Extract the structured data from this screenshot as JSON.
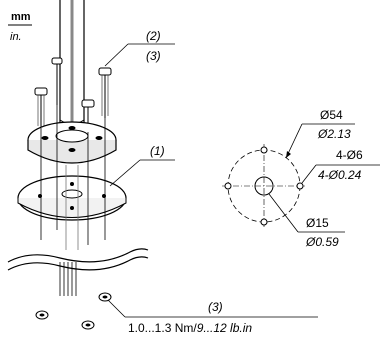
{
  "units": {
    "primary": "mm",
    "secondary": "in."
  },
  "callouts": {
    "part_2": "(2)",
    "part_3_top": "(3)",
    "part_1": "(1)",
    "part_3_bottom": "(3)"
  },
  "torque": {
    "metric": "1.0...1.3 Nm/",
    "imperial": "9...12 lb.in"
  },
  "dimensions": {
    "bolt_circle_mm": "Ø54",
    "bolt_circle_in": "Ø2.13",
    "holes_mm": "4-Ø6",
    "holes_in": "4-Ø0.24",
    "center_mm": "Ø15",
    "center_in": "Ø0.59"
  }
}
